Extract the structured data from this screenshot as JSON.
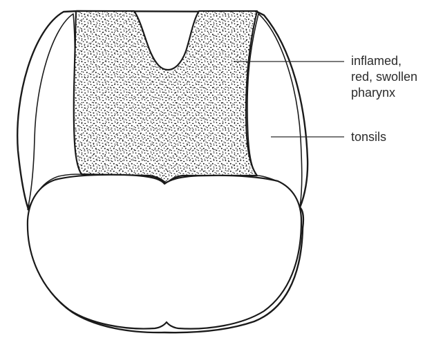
{
  "labels": {
    "pharynx": {
      "line1": "inflamed,",
      "line2": "red, swollen",
      "line3": "pharynx"
    },
    "tonsils": "tonsils"
  },
  "colors": {
    "outline": "#1a1a1a",
    "stipple": "#111111",
    "leader": "#2b2b2b",
    "text": "#2b2b2b"
  }
}
